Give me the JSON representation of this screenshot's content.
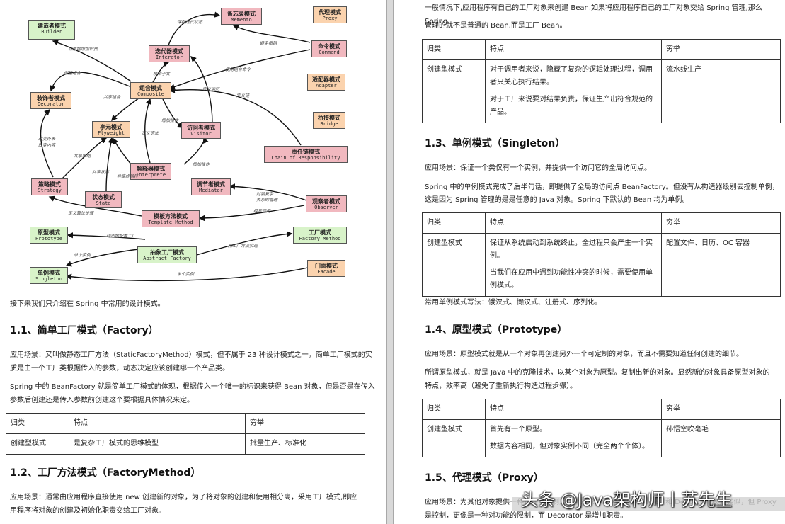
{
  "diagram": {
    "nodes": {
      "builder": {
        "zh": "建造者模式",
        "en": "Builder"
      },
      "memento": {
        "zh": "备忘录模式",
        "en": "Memento"
      },
      "proxy": {
        "zh": "代理模式",
        "en": "Proxy"
      },
      "iterator": {
        "zh": "迭代器模式",
        "en": "Interator"
      },
      "command": {
        "zh": "命令模式",
        "en": "Command"
      },
      "adapter": {
        "zh": "适配器模式",
        "en": "Adapter"
      },
      "composite": {
        "zh": "组合模式",
        "en": "Composite"
      },
      "decorator": {
        "zh": "装饰者模式",
        "en": "Decorator"
      },
      "bridge": {
        "zh": "桥接模式",
        "en": "Bridge"
      },
      "flyweight": {
        "zh": "享元模式",
        "en": "Flyweight"
      },
      "visitor": {
        "zh": "访问者模式",
        "en": "Visitor"
      },
      "chain": {
        "zh": "责任链模式",
        "en": "Chain of Responsibility"
      },
      "interpreter": {
        "zh": "解释器模式",
        "en": "Interprete"
      },
      "strategy": {
        "zh": "策略模式",
        "en": "Strategy"
      },
      "mediator": {
        "zh": "调节者模式",
        "en": "Mediator"
      },
      "state": {
        "zh": "状态模式",
        "en": "State"
      },
      "observer": {
        "zh": "观察者模式",
        "en": "Observer"
      },
      "template": {
        "zh": "模板方法模式",
        "en": "Template Method"
      },
      "prototype": {
        "zh": "原型模式",
        "en": "Prototype"
      },
      "factory": {
        "zh": "工厂模式",
        "en": "Factory Method"
      },
      "abstract_factory": {
        "zh": "抽象工厂模式",
        "en": "Abstract Factory"
      },
      "singleton": {
        "zh": "单例模式",
        "en": "Singleton"
      },
      "facade": {
        "zh": "门面模式",
        "en": "Facade"
      }
    },
    "edge_labels": {
      "e1": "保存迭代状态",
      "e2": "避免撤销",
      "e3": "动态地增加职责",
      "e4": "使用组合命令",
      "e5": "创建组合",
      "e6": "枚举子女",
      "e7": "定义遍历",
      "e8": "共享组合",
      "e9": "定义链",
      "e10": "增加操作",
      "e11": "定义语法",
      "e12": "改变外表",
      "e13": "改变内容",
      "e14": "共享策略",
      "e15": "共享终结符",
      "e16": "增加操作",
      "e17": "共享状态",
      "e18": "封装复杂",
      "e19": "关系的管理",
      "e20": "定义算法步骤",
      "e21": "经常使用",
      "e22": "动态地配置工厂",
      "e23": "单个实例",
      "e24": "用工厂方法实现",
      "e25": "单个实例"
    }
  },
  "left": {
    "intro": "接下来我们只介绍在 Spring 中常用的设计模式。",
    "s11_title": "1.1、简单工厂模式（Factory）",
    "s11_p1a": "应用场景：又叫做静态工厂方法（StaticFactoryMethod）模式，但不属于 23 种设计模式之一。简单工厂模式的实",
    "s11_p1b": "质是由一个工厂类根据传入的参数，动态决定应该创建哪一个产品类。",
    "s11_p2a": "Spring 中的 BeanFactory 就是简单工厂模式的体现，根据传入一个唯一的标识来获得 Bean 对象，但是否是在传入",
    "s11_p2b": "参数后创建还是传入参数前创建这个要根据具体情况来定。",
    "t1": {
      "h1": "归类",
      "h2": "特点",
      "h3": "穷举",
      "c1": "创建型模式",
      "c2": "是复杂工厂模式的思维模型",
      "c3": "批量生产、标准化"
    },
    "s12_title": "1.2、工厂方法模式（FactoryMethod）",
    "s12_p1a": "应用场景：通常由应用程序直接使用 new 创建新的对象，为了将对象的创建和使用相分离，采用工厂模式,即应",
    "s12_p1b": "用程序将对象的创建及初始化职责交给工厂对象。"
  },
  "right": {
    "p0a": "一般情况下,应用程序有自己的工厂对象来创建 Bean.如果将应用程序自己的工厂对象交给 Spring 管理,那么 Spring",
    "p0b": "管理的就不是普通的 Bean,而是工厂 Bean。",
    "t2": {
      "h1": "归类",
      "h2": "特点",
      "h3": "穷举",
      "c1": "创建型模式",
      "c2a": "对于调用者来说，隐藏了复杂的逻辑处理过程，调用",
      "c2b": "者只关心执行结果。",
      "c2c": "对于工厂来说要对结果负责，保证生产出符合规范的",
      "c2d": "产品。",
      "c3": "流水线生产"
    },
    "s13_title": "1.3、单例模式（Singleton）",
    "s13_p1": "应用场景：保证一个类仅有一个实例，并提供一个访问它的全局访问点。",
    "s13_p2a": "Spring 中的单例模式完成了后半句话，即提供了全局的访问点 BeanFactory。但没有从构造器级别去控制单例，",
    "s13_p2b": "这是因为 Spring 管理的是是任意的 Java 对象。Spring 下默认的 Bean 均为单例。",
    "t3": {
      "h1": "归类",
      "h2": "特点",
      "h3": "穷举",
      "c1": "创建型模式",
      "c2a": "保证从系统启动到系统终止，全过程只会产生一个实",
      "c2b": "例。",
      "c2c": "当我们在应用中遇到功能性冲突的时候，需要使用单",
      "c2d": "例模式。",
      "c3": "配置文件、日历、OC 容器"
    },
    "s13_p3": "常用单例模式写法：饿汉式、懒汉式、注册式、序列化。",
    "s14_title": "1.4、原型模式（Prototype）",
    "s14_p1": "应用场景：原型模式就是从一个对象再创建另外一个可定制的对象，而且不需要知道任何创建的细节。",
    "s14_p2a": "所谓原型模式，就是 Java 中的克隆技术，以某个对象为原型。复制出新的对象。显然新的对象具备原型对象的",
    "s14_p2b": "特点，效率高（避免了重新执行构造过程步骤）。",
    "t4": {
      "h1": "归类",
      "h2": "特点",
      "h3": "穷举",
      "c1": "创建型模式",
      "c2a": "首先有一个原型。",
      "c2b": "数据内容相同，但对象实例不同（完全两个个体）。",
      "c3": "孙悟空吹毫毛"
    },
    "s15_title": "1.5、代理模式（Proxy）",
    "s15_p1": "应用场景：为其他对象提供一种代理以控制对这个对象的访问。从结构上来看和 Decorator 模式类似，但 Proxy",
    "s15_p2": "是控制，更像是一种对功能的限制，而 Decorator 是增加职责。"
  },
  "watermark": "头条 @Java架构师丨苏先生"
}
